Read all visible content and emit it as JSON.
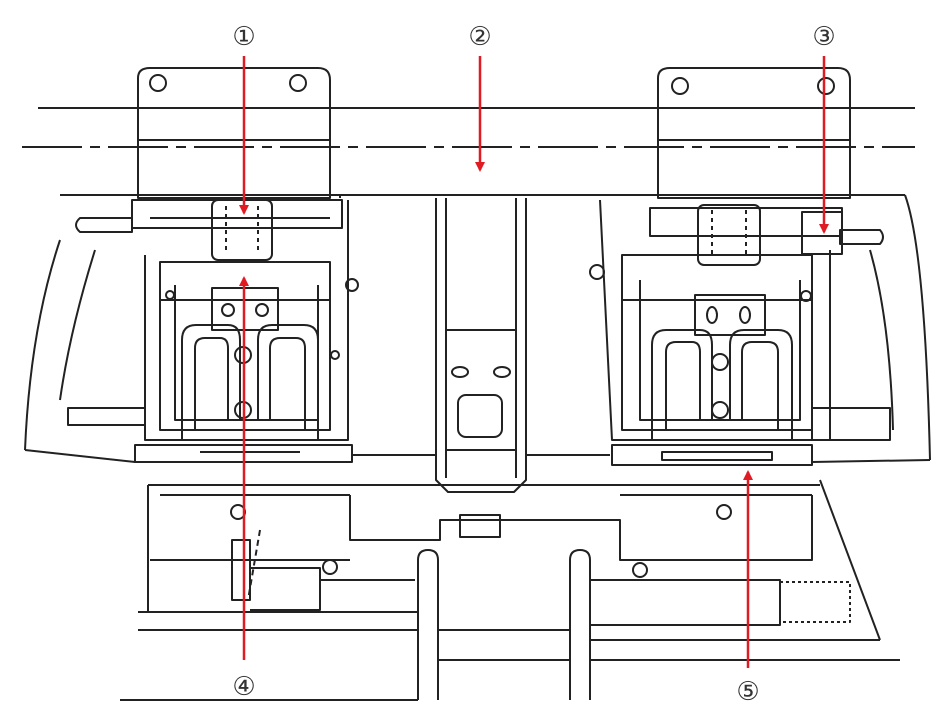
{
  "diagram": {
    "line_color": "#222222",
    "arrow_color": "#e01b24",
    "callouts": [
      {
        "id": "1",
        "label": "①"
      },
      {
        "id": "2",
        "label": "②"
      },
      {
        "id": "3",
        "label": "③"
      },
      {
        "id": "4",
        "label": "④"
      },
      {
        "id": "5",
        "label": "⑤"
      }
    ]
  }
}
